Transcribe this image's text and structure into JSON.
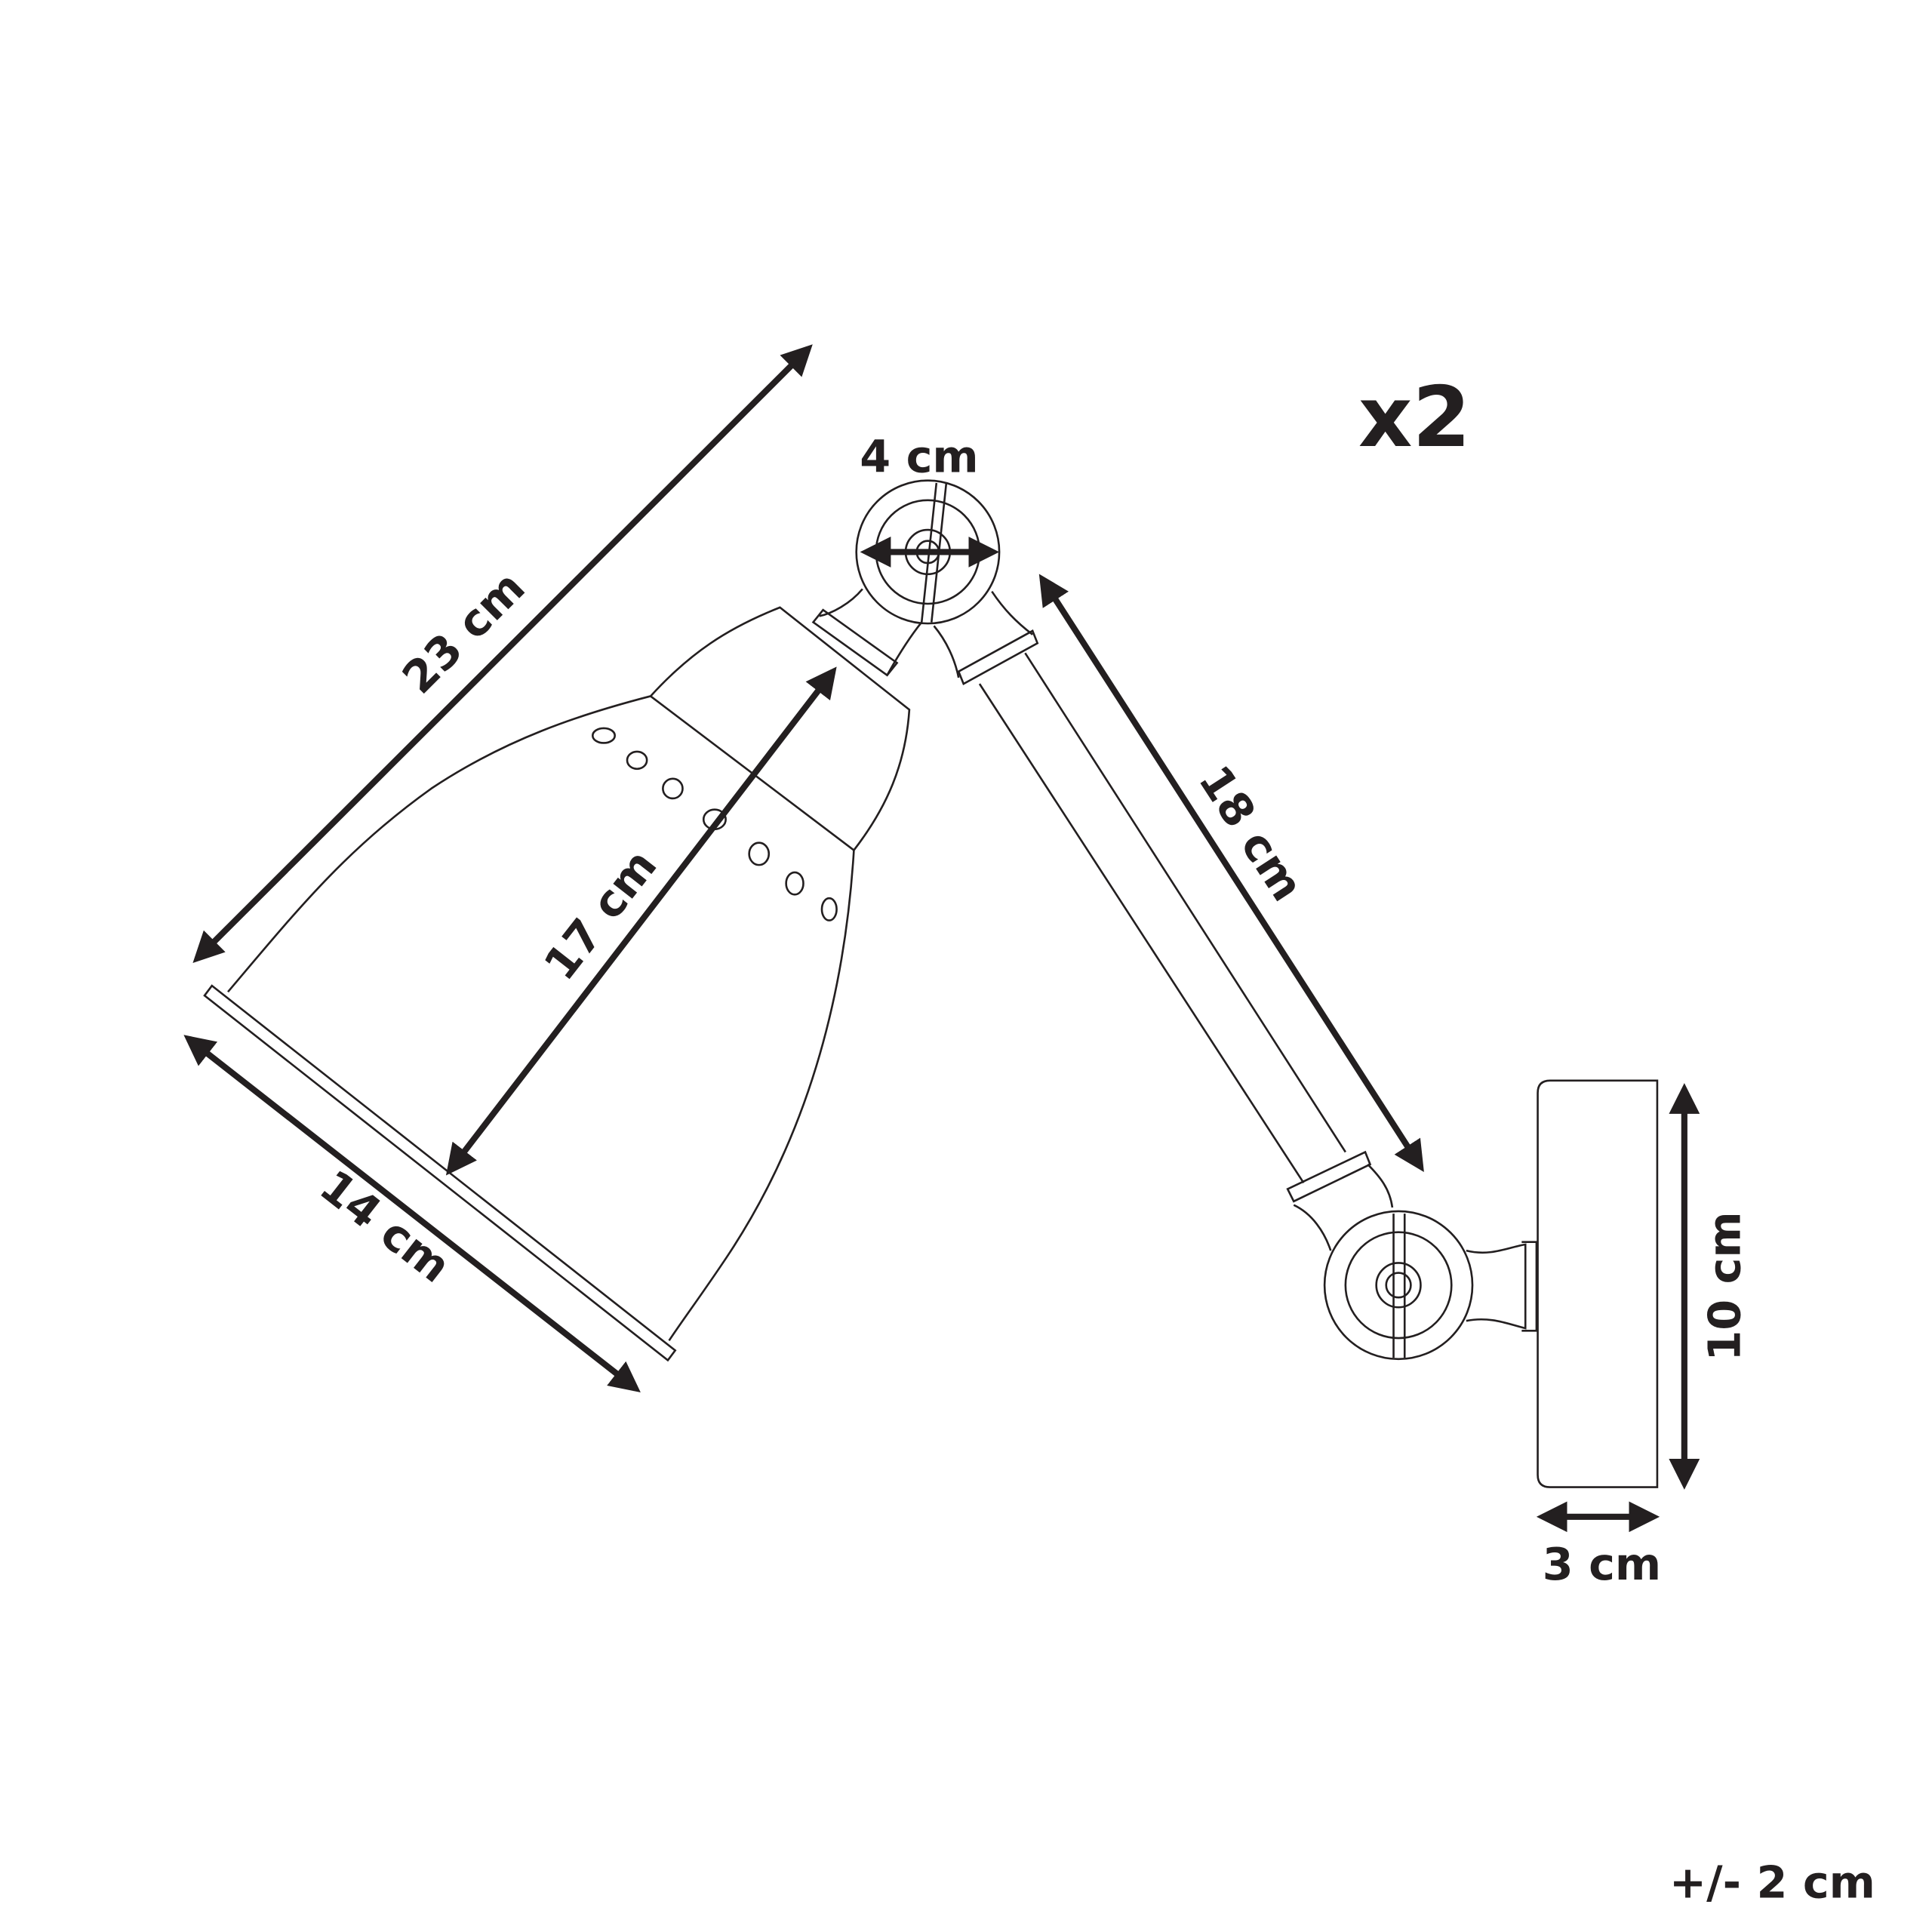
{
  "labels": {
    "multiplier": "x2",
    "shade_length": "23 cm",
    "shade_depth": "17 cm",
    "shade_diameter": "14 cm",
    "joint_diameter": "4 cm",
    "arm_length": "18 cm",
    "base_height": "10 cm",
    "base_depth": "3 cm",
    "tolerance": "+/- 2 cm"
  },
  "colors": {
    "ink": "#231f20",
    "background": "#ffffff"
  }
}
